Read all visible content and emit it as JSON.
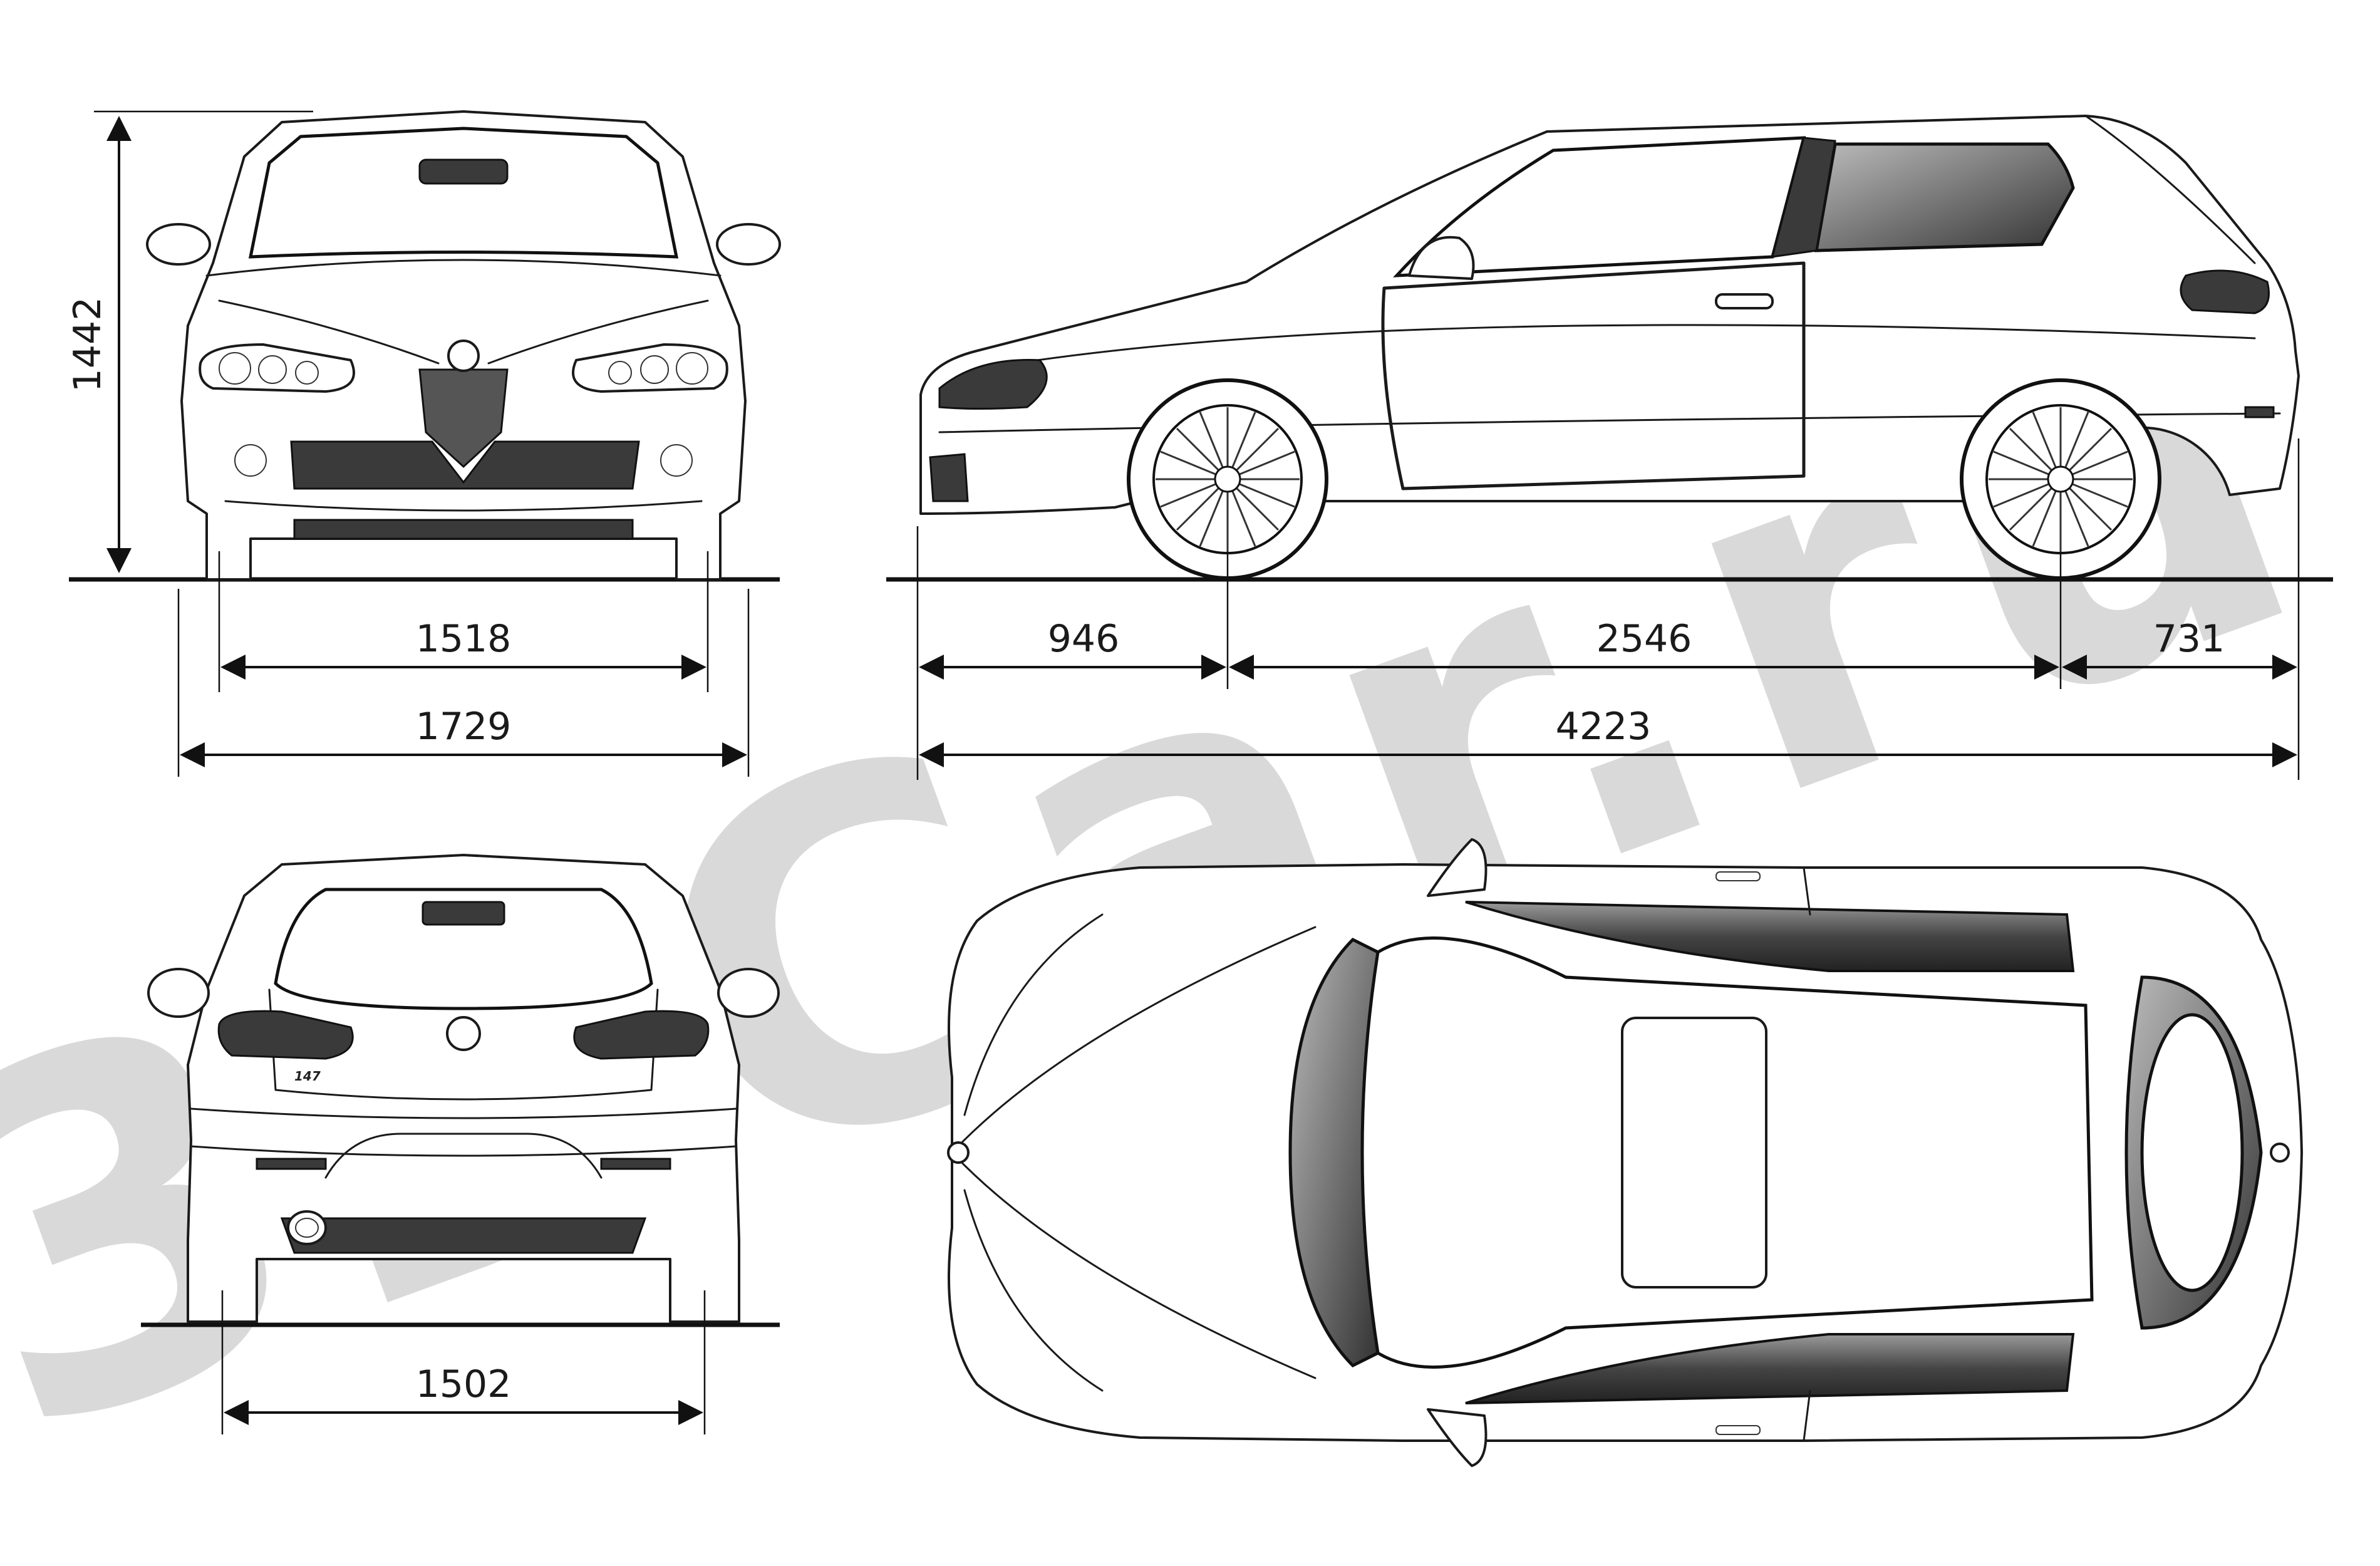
{
  "watermark": {
    "text": "3DCar.ru",
    "color": "#d6d6d6"
  },
  "front_view": {
    "height_mm": "1442",
    "front_track_mm": "1518",
    "width_mm": "1729"
  },
  "side_view": {
    "front_overhang_mm": "946",
    "wheelbase_mm": "2546",
    "rear_overhang_mm": "731",
    "length_mm": "4223"
  },
  "rear_view": {
    "rear_track_mm": "1502",
    "badge": "147"
  },
  "colors": {
    "line": "#1a1a1a",
    "shade": "#3a3a3a",
    "background": "#ffffff"
  }
}
